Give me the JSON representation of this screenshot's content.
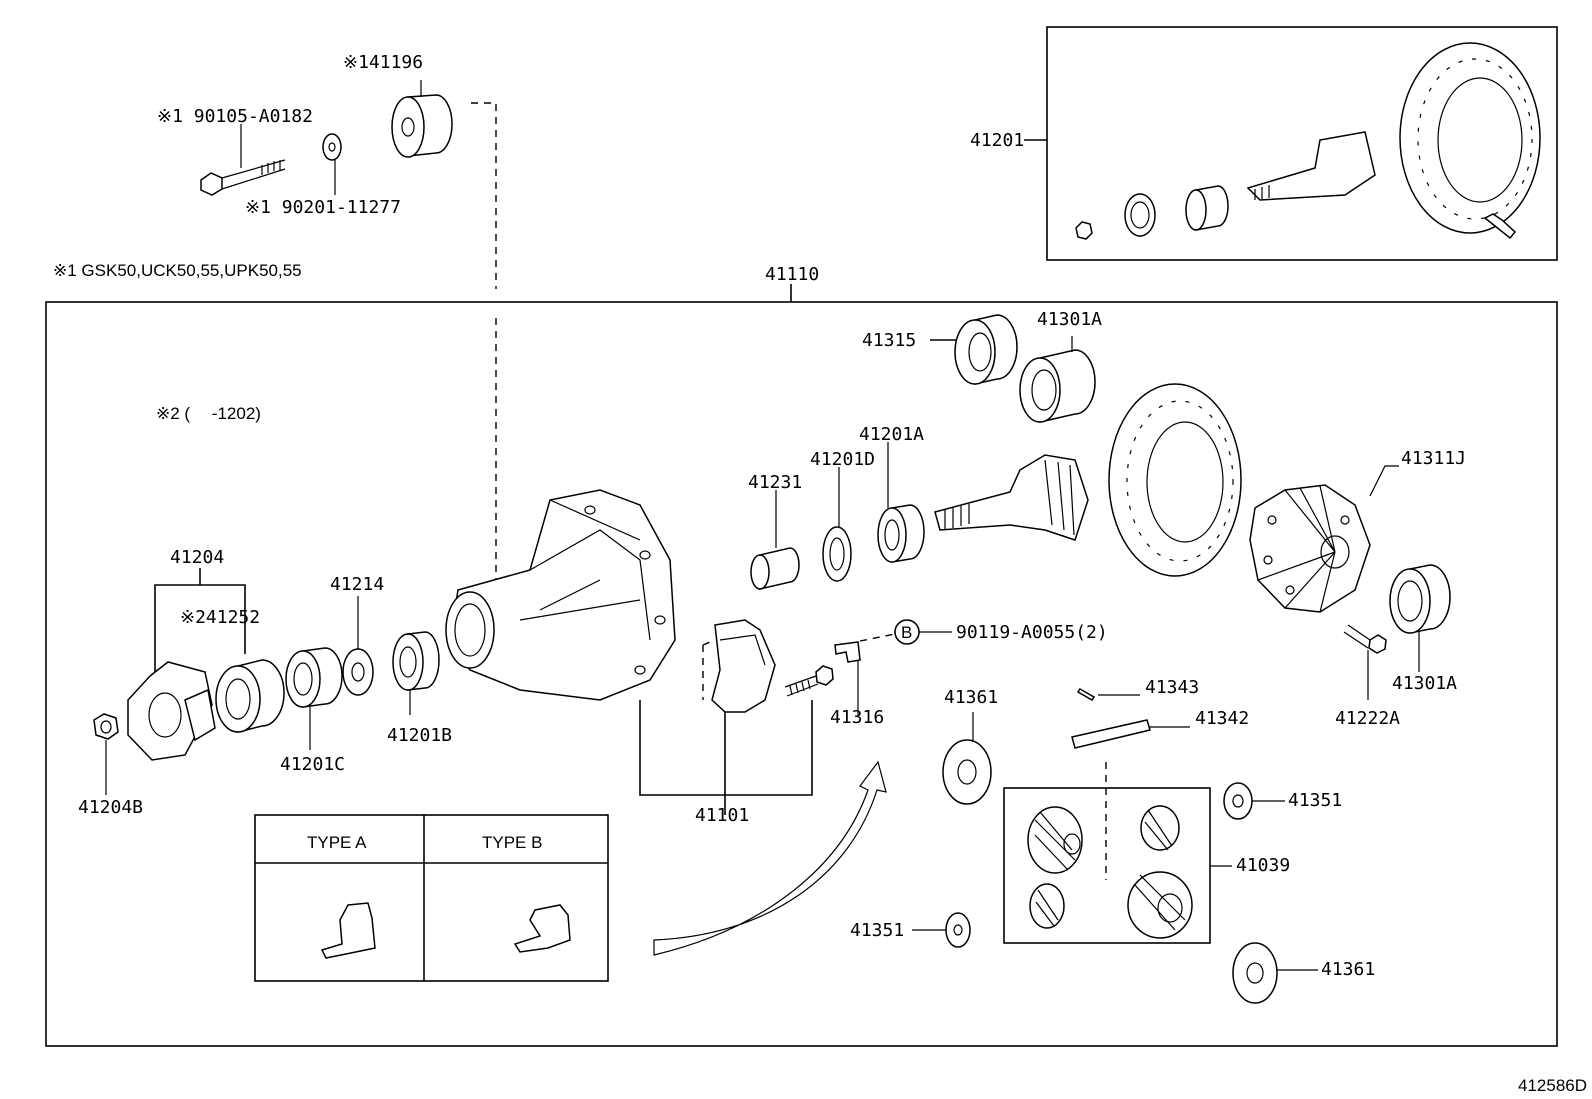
{
  "figure_id": "412586D",
  "notes": {
    "note1": "※1 GSK50,UCK50,55,UPK50,55",
    "note2": "※2 (　 -1202)"
  },
  "assembly_label": "41110",
  "callout_b": "B",
  "type_box": {
    "type_a": "TYPE A",
    "type_b": "TYPE B"
  },
  "parts": {
    "p41196": "※141196",
    "p90105": "※1 90105-A0182",
    "p90201": "※1 90201-11277",
    "p41201": "41201",
    "p41315": "41315",
    "p41301A_top": "41301A",
    "p41201A": "41201A",
    "p41201D": "41201D",
    "p41231": "41231",
    "p41311J": "41311J",
    "p41204": "41204",
    "p41252": "※241252",
    "p41214": "41214",
    "p90119": "90119-A0055(2)",
    "p41316": "41316",
    "p41201B": "41201B",
    "p41201C": "41201C",
    "p41204B": "41204B",
    "p41101": "41101",
    "p41361_top": "41361",
    "p41343": "41343",
    "p41342": "41342",
    "p41222A": "41222A",
    "p41301A_right": "41301A",
    "p41351_right": "41351",
    "p41039": "41039",
    "p41351_bottom": "41351",
    "p41361_bottom": "41361"
  }
}
